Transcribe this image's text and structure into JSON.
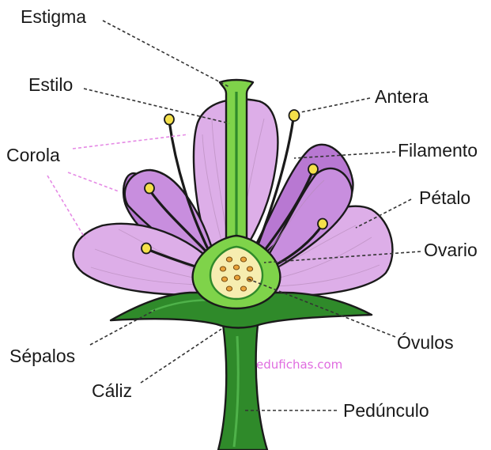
{
  "diagram": {
    "labels": {
      "estigma": "Estigma",
      "estilo": "Estilo",
      "corola": "Corola",
      "antera": "Antera",
      "filamento": "Filamento",
      "petalo": "Pétalo",
      "ovario": "Ovario",
      "ovulos": "Óvulos",
      "sepalos": "Sépalos",
      "caliz": "Cáliz",
      "peduncle": "Pedúnculo"
    },
    "watermark": "edufichas.com",
    "colors": {
      "petal_light": "#ddaee8",
      "petal_dark": "#b878d2",
      "green_dark": "#2f8a2a",
      "green_light": "#7fd34a",
      "anther": "#f4e04a",
      "ovule": "#e9a33a",
      "corola_leader": "#e58ae5"
    }
  }
}
